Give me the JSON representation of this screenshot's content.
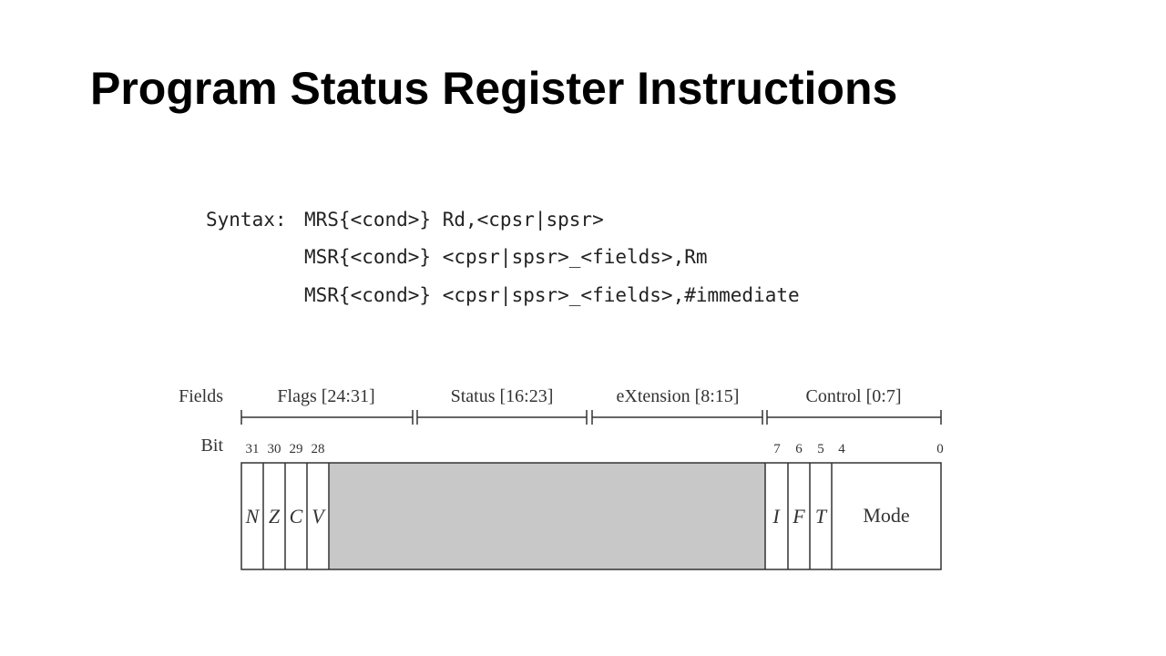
{
  "slide": {
    "title": "Program Status Register Instructions"
  },
  "syntax": {
    "label": "Syntax:",
    "lines": [
      "MRS{<cond>} Rd,<cpsr|spsr>",
      "MSR{<cond>} <cpsr|spsr>_<fields>,Rm",
      "MSR{<cond>} <cpsr|spsr>_<fields>,#immediate"
    ]
  },
  "diagram": {
    "fields_label": "Fields",
    "bit_label": "Bit",
    "fields": [
      "Flags [24:31]",
      "Status [16:23]",
      "eXtension [8:15]",
      "Control [0:7]"
    ],
    "bit_numbers": [
      "31",
      "30",
      "29",
      "28",
      "7",
      "6",
      "5",
      "4",
      "0"
    ],
    "register_bits": [
      "N",
      "Z",
      "C",
      "V",
      "I",
      "F",
      "T"
    ],
    "mode_label": "Mode",
    "colors": {
      "reserved_fill": "#c8c8c8",
      "line": "#333333"
    }
  }
}
